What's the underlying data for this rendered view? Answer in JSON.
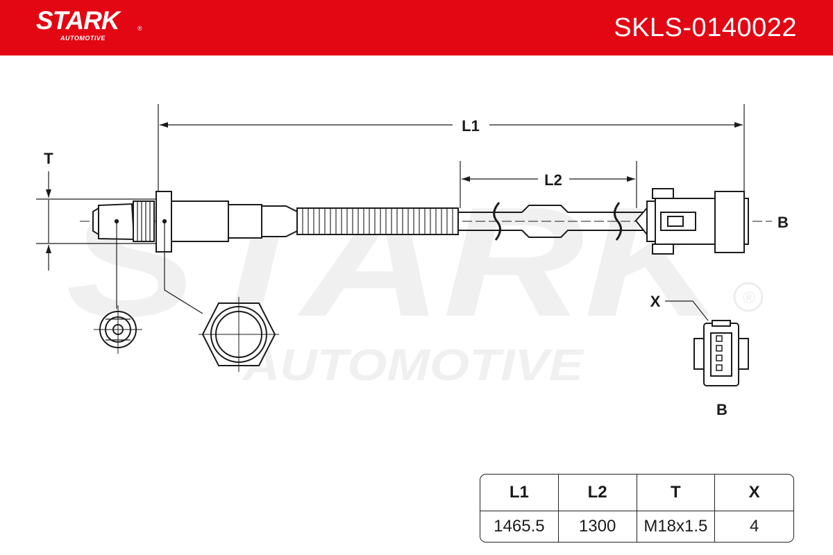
{
  "header": {
    "brand": "STARK",
    "brand_reg": "®",
    "brand_sub": "AUTOMOTIVE",
    "part_number": "SKLS-0140022"
  },
  "watermark": {
    "line1": "STARK",
    "line2": "AUTOMOTIVE",
    "reg": "®"
  },
  "drawing": {
    "labels": {
      "L1": "L1",
      "L2": "L2",
      "T": "T",
      "B_side": "B",
      "X": "X",
      "B_bottom": "B"
    }
  },
  "spec_table": {
    "headers": [
      "L1",
      "L2",
      "T",
      "X"
    ],
    "values": [
      "1465.5",
      "1300",
      "M18x1.5",
      "4"
    ]
  },
  "colors": {
    "brand_red": "#e30613",
    "line": "#1a1a1a",
    "watermark": "#f0f0f0"
  }
}
